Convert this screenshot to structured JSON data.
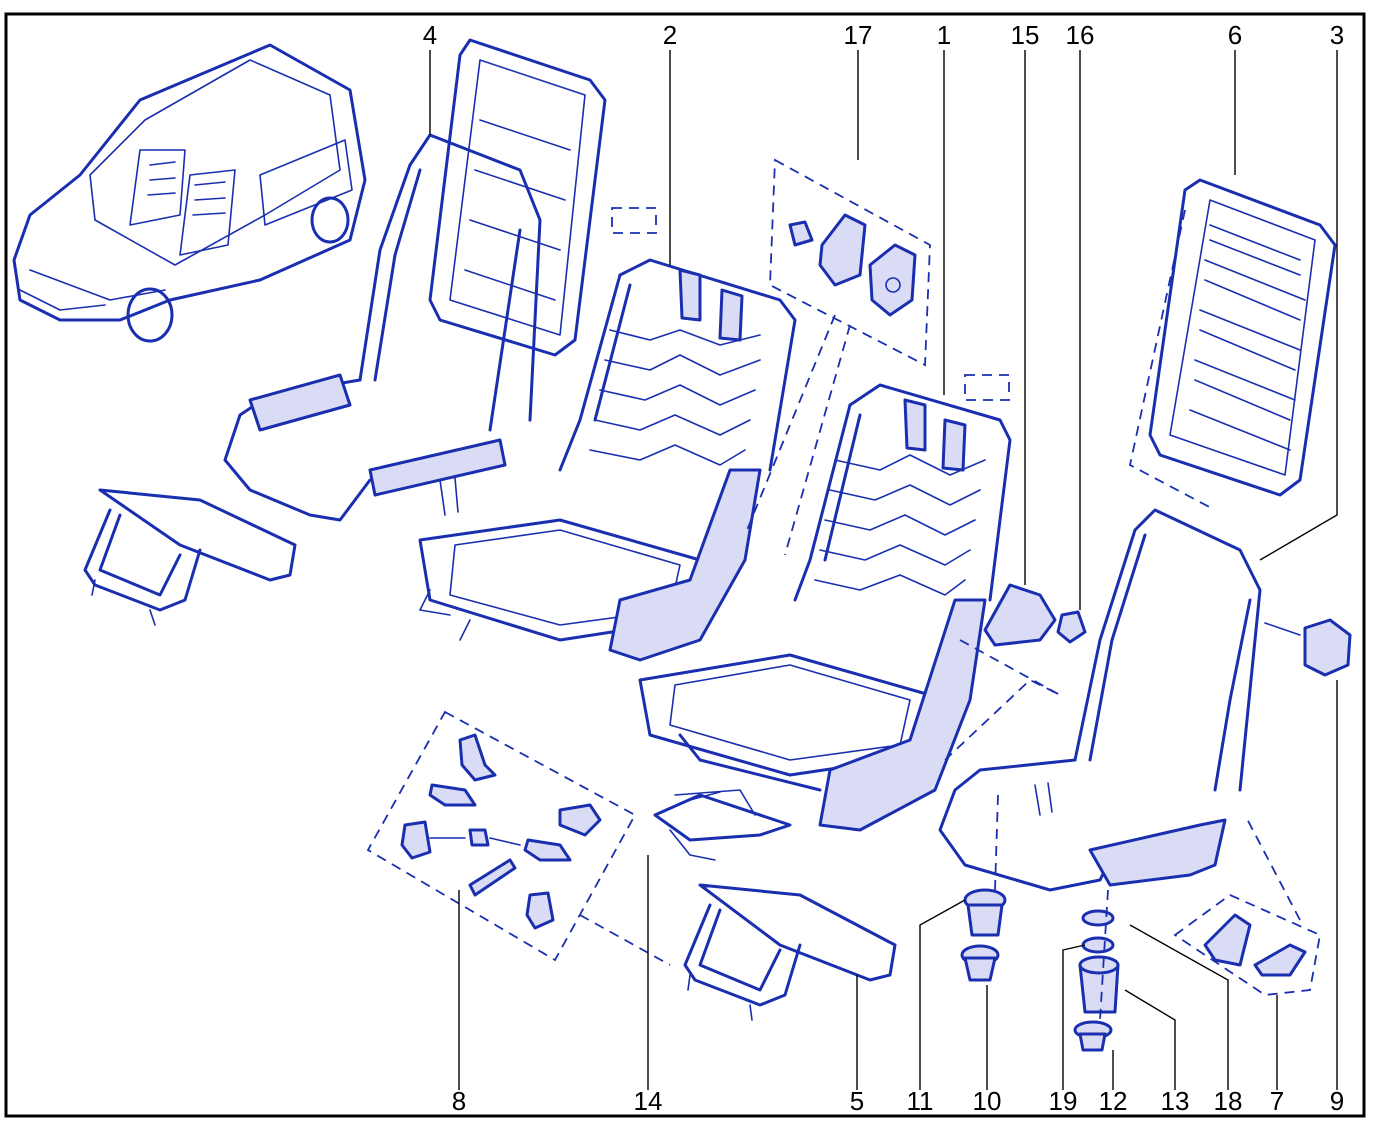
{
  "diagram": {
    "colors": {
      "line": "#1a2fb0",
      "fill": "#d9dcf4",
      "border": "#000000",
      "background": "#ffffff"
    },
    "callouts": {
      "c1": "1",
      "c2": "2",
      "c3": "3",
      "c4": "4",
      "c5": "5",
      "c6": "6",
      "c7": "7",
      "c8": "8",
      "c9": "9",
      "c10": "10",
      "c11": "11",
      "c12": "12",
      "c13": "13",
      "c14": "14",
      "c15": "15",
      "c16": "16",
      "c17": "17",
      "c18": "18",
      "c19": "19"
    }
  }
}
